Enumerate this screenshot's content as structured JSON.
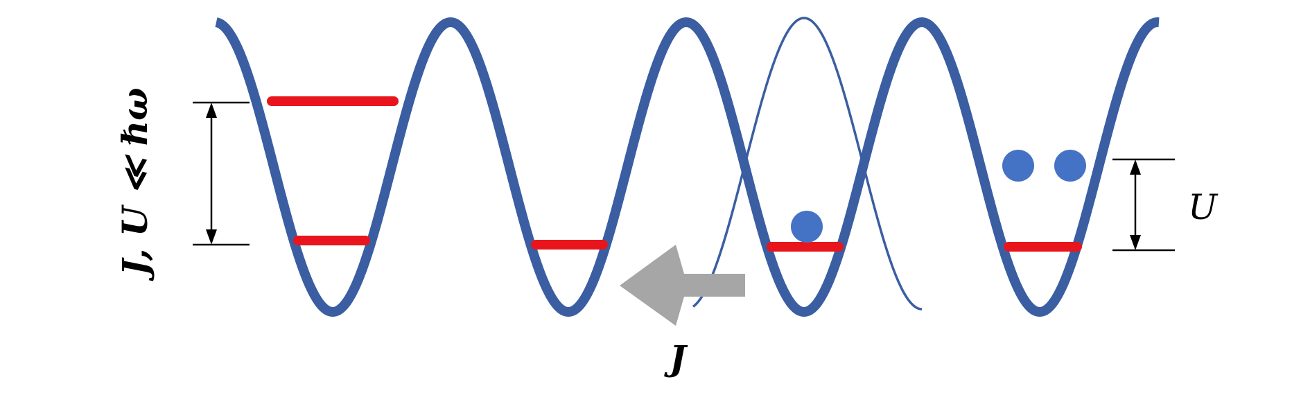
{
  "labels": {
    "energy_scale": "J, U ≪ ℏω",
    "interaction": "U",
    "tunneling": "J"
  },
  "colors": {
    "lattice": "#3a5ea1",
    "levels": "#e8161c",
    "atoms": "#4472c4",
    "arrow": "#a6a6a6",
    "ink": "#000000"
  },
  "lattice": {
    "wells": 4,
    "atoms_per_well": [
      0,
      0,
      1,
      2
    ],
    "excited_band_shown_in_well": 1
  }
}
